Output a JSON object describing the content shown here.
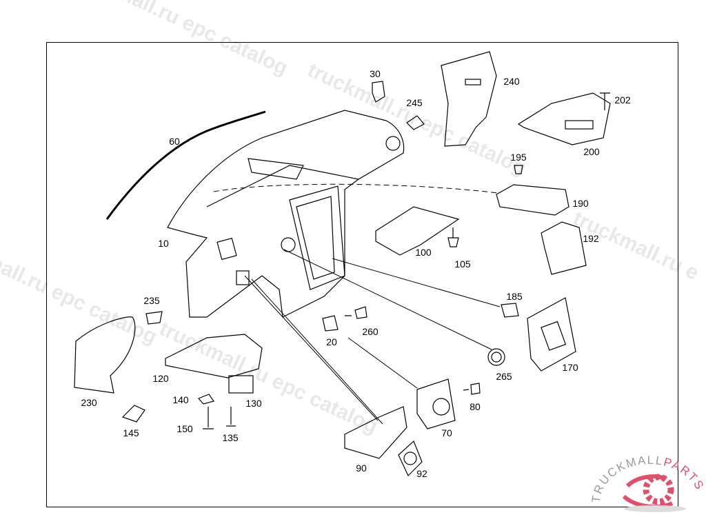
{
  "watermark": {
    "text_a": "truckmall.ru epc catalog",
    "text_b": "truckmall.ru epc catalog",
    "text_c": "truckmall.ru epc catalog",
    "text_d": "truckmall.ru epc catalog"
  },
  "logo": {
    "text_left": "TRUCKMALL",
    "text_right": "PARTS",
    "color_left": "#9a9a9a",
    "color_right": "#e0506e"
  },
  "callouts": {
    "p10": "10",
    "p20": "20",
    "p30": "30",
    "p60": "60",
    "p70": "70",
    "p80": "80",
    "p90": "90",
    "p92": "92",
    "p100": "100",
    "p105": "105",
    "p120": "120",
    "p130": "130",
    "p135": "135",
    "p140": "140",
    "p145": "145",
    "p150": "150",
    "p170": "170",
    "p185": "185",
    "p190": "190",
    "p192": "192",
    "p195": "195",
    "p200": "200",
    "p202": "202",
    "p230": "230",
    "p235": "235",
    "p240": "240",
    "p245": "245",
    "p260": "260",
    "p265": "265"
  }
}
